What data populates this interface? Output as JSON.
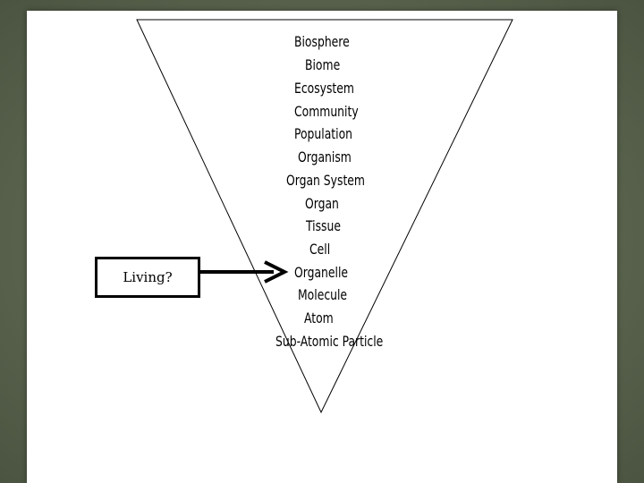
{
  "levels": [
    "Biosphere",
    "Biome",
    "Ecosystem",
    "Community",
    "Population",
    "Organism",
    "Organ System",
    "Organ",
    "Tissue",
    "Cell",
    "Organelle",
    "Molecule",
    "Atom",
    "Sub-Atomic Particle"
  ],
  "callout": {
    "label": "Living?"
  }
}
